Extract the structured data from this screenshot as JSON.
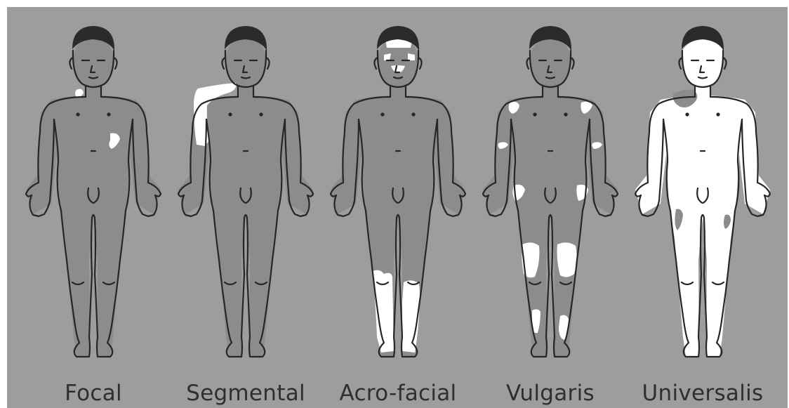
{
  "colors": {
    "background": "#9d9d9d",
    "skin": "#8c8c8c",
    "outline": "#262626",
    "hair": "#2b2b2b",
    "depigmented": "#ffffff",
    "label_text": "#2f2f2f"
  },
  "figures": [
    {
      "label": "Focal"
    },
    {
      "label": "Segmental"
    },
    {
      "label": "Acro-facial"
    },
    {
      "label": "Vulgaris"
    },
    {
      "label": "Universalis"
    }
  ]
}
